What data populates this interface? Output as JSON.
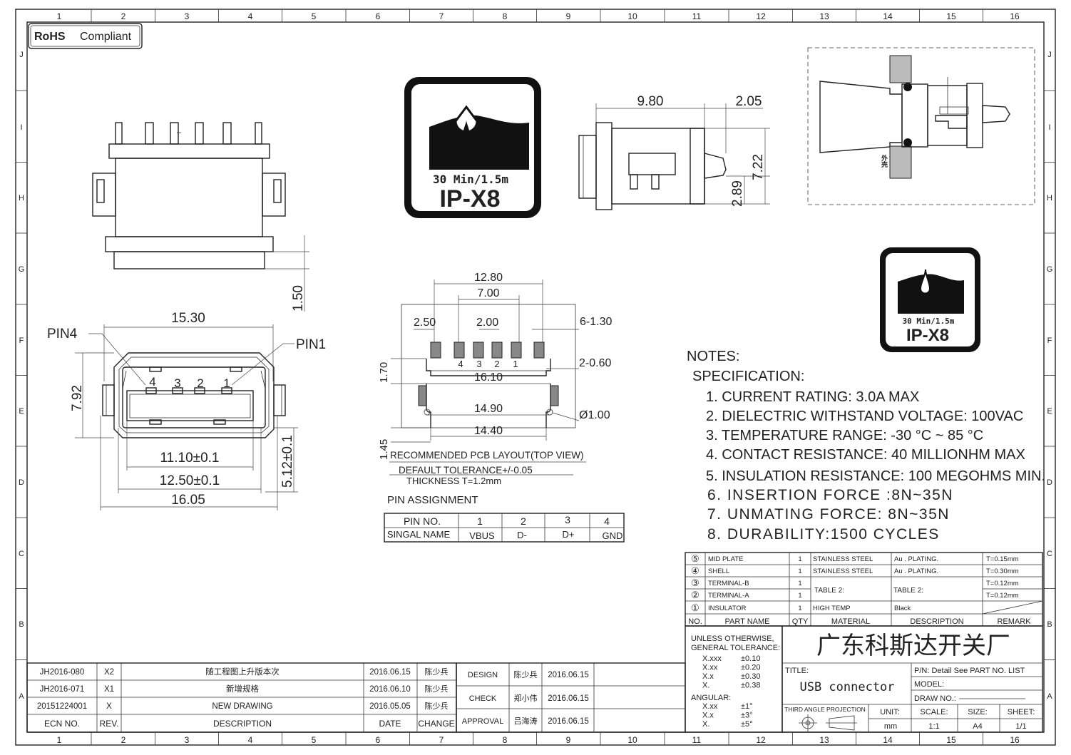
{
  "frame": {
    "col_numbers": [
      "1",
      "2",
      "3",
      "4",
      "5",
      "6",
      "7",
      "8",
      "9",
      "10",
      "11",
      "12",
      "13",
      "14",
      "15",
      "16"
    ],
    "row_letters": [
      "J",
      "I",
      "H",
      "G",
      "F",
      "E",
      "D",
      "C",
      "B",
      "A"
    ]
  },
  "rohs": {
    "bold": "RoHS",
    "text": "Compliant"
  },
  "ip_badge": {
    "line1": "30 Min/1.5m",
    "line2": "IP-X8"
  },
  "front_view": {
    "pin4": "PIN4",
    "pin1": "PIN1",
    "dims": {
      "d1530": "15.30",
      "d792": "7.92",
      "d150": "1.50",
      "d1110": "11.10±0.1",
      "d1250": "12.50±0.1",
      "d1605": "16.05",
      "d512": "5.12±0.1"
    },
    "pin_numbers": [
      "4",
      "3",
      "2",
      "1"
    ]
  },
  "side_view": {
    "dims": {
      "d980": "9.80",
      "d205": "2.05",
      "d722": "7.22",
      "d289": "2.89"
    }
  },
  "section_view": {
    "label": "外壳"
  },
  "pcb": {
    "dims": {
      "d1280": "12.80",
      "d700": "7.00",
      "d250": "2.50",
      "d200": "2.00",
      "d6_130": "6-1.30",
      "d2_060": "2-0.60",
      "d1610": "16.10",
      "d170": "1.70",
      "d1490": "14.90",
      "d100": "Ø1.00",
      "d1440": "14.40",
      "d145": "1.45"
    },
    "pin_numbers": [
      "4",
      "3",
      "2",
      "1"
    ],
    "title": "RECOMMENDED PCB LAYOUT(TOP VIEW)",
    "tolerance": "DEFAULT TOLERANCE+/-0.05",
    "thickness": "THICKNESS T=1.2mm"
  },
  "pin_assignment": {
    "title": "PIN ASSIGNMENT",
    "header": [
      "PIN NO.",
      "1",
      "2",
      "3",
      "4"
    ],
    "row": [
      "SINGAL NAME",
      "VBUS",
      "D-",
      "D+",
      "GND"
    ]
  },
  "notes": {
    "title": "NOTES:",
    "subtitle": "SPECIFICATION:",
    "items": [
      "1. CURRENT RATING: 3.0A MAX",
      "2. DIELECTRIC WITHSTAND VOLTAGE: 100VAC",
      "3. TEMPERATURE RANGE: -30 °C ~ 85 °C",
      "4. CONTACT RESISTANCE: 40 MILLIONHM MAX",
      "5. INSULATION RESISTANCE: 100 MEGOHMS MIN.",
      "6. INSERTION FORCE :8N~35N",
      "7. UNMATING FORCE: 8N~35N",
      "8. DURABILITY:1500 CYCLES"
    ]
  },
  "bom": {
    "rows": [
      {
        "no": "⑤",
        "name": "MID PLATE",
        "qty": "1",
        "material": "STAINLESS STEEL",
        "desc": "Au . PLATING.",
        "remark": "T=0.15mm"
      },
      {
        "no": "④",
        "name": "SHELL",
        "qty": "1",
        "material": "STAINLESS STEEL",
        "desc": "Au . PLATING.",
        "remark": "T=0.30mm"
      },
      {
        "no": "③",
        "name": "TERMINAL-B",
        "qty": "1",
        "material": "",
        "desc": "",
        "remark": "T=0.12mm"
      },
      {
        "no": "②",
        "name": "TERMINAL-A",
        "qty": "1",
        "material": "",
        "desc": "",
        "remark": "T=0.12mm"
      },
      {
        "no": "①",
        "name": "INSULATOR",
        "qty": "1",
        "material": "HIGH TEMP",
        "desc": "Black",
        "remark": ""
      }
    ],
    "merged_material": "TABLE 2:",
    "merged_desc": "TABLE 2:",
    "header": {
      "no": "NO.",
      "name": "PART NAME",
      "qty": "QTY",
      "material": "MATERIAL",
      "desc": "DESCRIPTION",
      "remark": "REMARK"
    }
  },
  "revisions": {
    "rows": [
      {
        "ecn": "JH2016-080",
        "rev": "X2",
        "desc": "随工程图上升版本次",
        "date": "2016.06.15",
        "change": "陈少兵"
      },
      {
        "ecn": "JH2016-071",
        "rev": "X1",
        "desc": "新增规格",
        "date": "2016.06.10",
        "change": "陈少兵"
      },
      {
        "ecn": "20151224001",
        "rev": "X",
        "desc": "NEW DRAWING",
        "date": "2016.05.05",
        "change": "陈少兵"
      }
    ],
    "header": {
      "ecn": "ECN NO.",
      "rev": "REV.",
      "desc": "DESCRIPTION",
      "date": "DATE",
      "change": "CHANGE"
    }
  },
  "approvals": [
    {
      "role": "DESIGN",
      "name": "陈少兵",
      "date": "2016.06.15"
    },
    {
      "role": "CHECK",
      "name": "郑小伟",
      "date": "2016.06.15"
    },
    {
      "role": "APPROVAL",
      "name": "吕海涛",
      "date": "2016.06.15"
    }
  ],
  "tolerance": {
    "title1": "UNLESS OTHERWISE,",
    "title2": "GENERAL TOLERANCE:",
    "linear": [
      [
        "X.xxx",
        "±0.10"
      ],
      [
        "X.xx",
        "±0.20"
      ],
      [
        "X.x",
        "±0.30"
      ],
      [
        "X.",
        "±0.38"
      ]
    ],
    "angular_label": "ANGULAR:",
    "angular": [
      [
        "X.xx",
        "±1°"
      ],
      [
        "X.x",
        "±3°"
      ],
      [
        "X.",
        "±5°"
      ]
    ]
  },
  "title_block": {
    "company": "广东科斯达开关厂",
    "title_label": "TITLE:",
    "title": "USB connector",
    "pn": "P/N: Detail See PART NO. LIST",
    "model": "MODEL:",
    "drawno": "DRAW NO.:",
    "projection": "THIRD ANGLE PROJECTION",
    "unit_label": "UNIT:",
    "unit": "mm",
    "scale_label": "SCALE:",
    "scale": "1:1",
    "size_label": "SIZE:",
    "size": "A4",
    "sheet_label": "SHEET:",
    "sheet": "1/1"
  }
}
